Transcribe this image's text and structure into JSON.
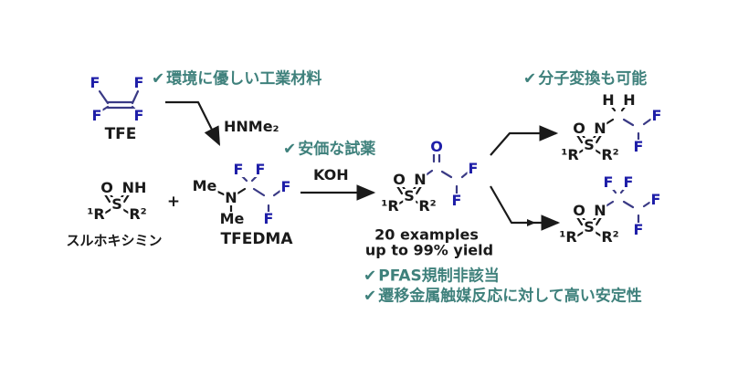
{
  "palette": {
    "blue": "#1e1ea8",
    "navy": "#3a3a85",
    "teal": "#3f817c",
    "ink": "#1a1a1a"
  },
  "check_glyph": "✔",
  "notes": {
    "eco": "環境に優しい工業材料",
    "cheap": "安価な試薬",
    "transform": "分子変換も可能",
    "pfas": "PFAS規制非該当",
    "stability": "遷移金属触媒反応に対して高い安定性"
  },
  "reagents": {
    "plus": "+",
    "amine": "HNMe₂",
    "base": "KOH"
  },
  "results": {
    "examples": "20 examples",
    "yield": "up to 99% yield"
  },
  "structures": {
    "tfe": {
      "label": "TFE",
      "f_tl": "F",
      "f_tr": "F",
      "f_bl": "F",
      "f_br": "F"
    },
    "sulfoximine": {
      "label": "スルホキシミン",
      "o": "O",
      "nh": "NH",
      "s": "S",
      "r1": "¹R",
      "r2": "R²"
    },
    "tfedma": {
      "label": "TFEDMA",
      "me_top": "Me",
      "n": "N",
      "me_bottom": "Me",
      "f_tl": "F",
      "f_tr": "F",
      "f_right": "F",
      "f_bottom": "F"
    },
    "acyl_product": {
      "o": "O",
      "n": "N",
      "s": "S",
      "r1": "¹R",
      "r2": "R²",
      "o_carbonyl": "O",
      "f_right": "F",
      "f_bottom": "F"
    },
    "alkyl_product": {
      "o": "O",
      "n": "N",
      "s": "S",
      "r1": "¹R",
      "r2": "R²",
      "h1": "H",
      "h2": "H",
      "f_right": "F",
      "f_bottom": "F"
    },
    "fluoroalkyl_product": {
      "o": "O",
      "n": "N",
      "s": "S",
      "r1": "¹R",
      "r2": "R²",
      "f_tl": "F",
      "f_tr": "F",
      "f_right": "F",
      "f_bottom": "F"
    }
  }
}
